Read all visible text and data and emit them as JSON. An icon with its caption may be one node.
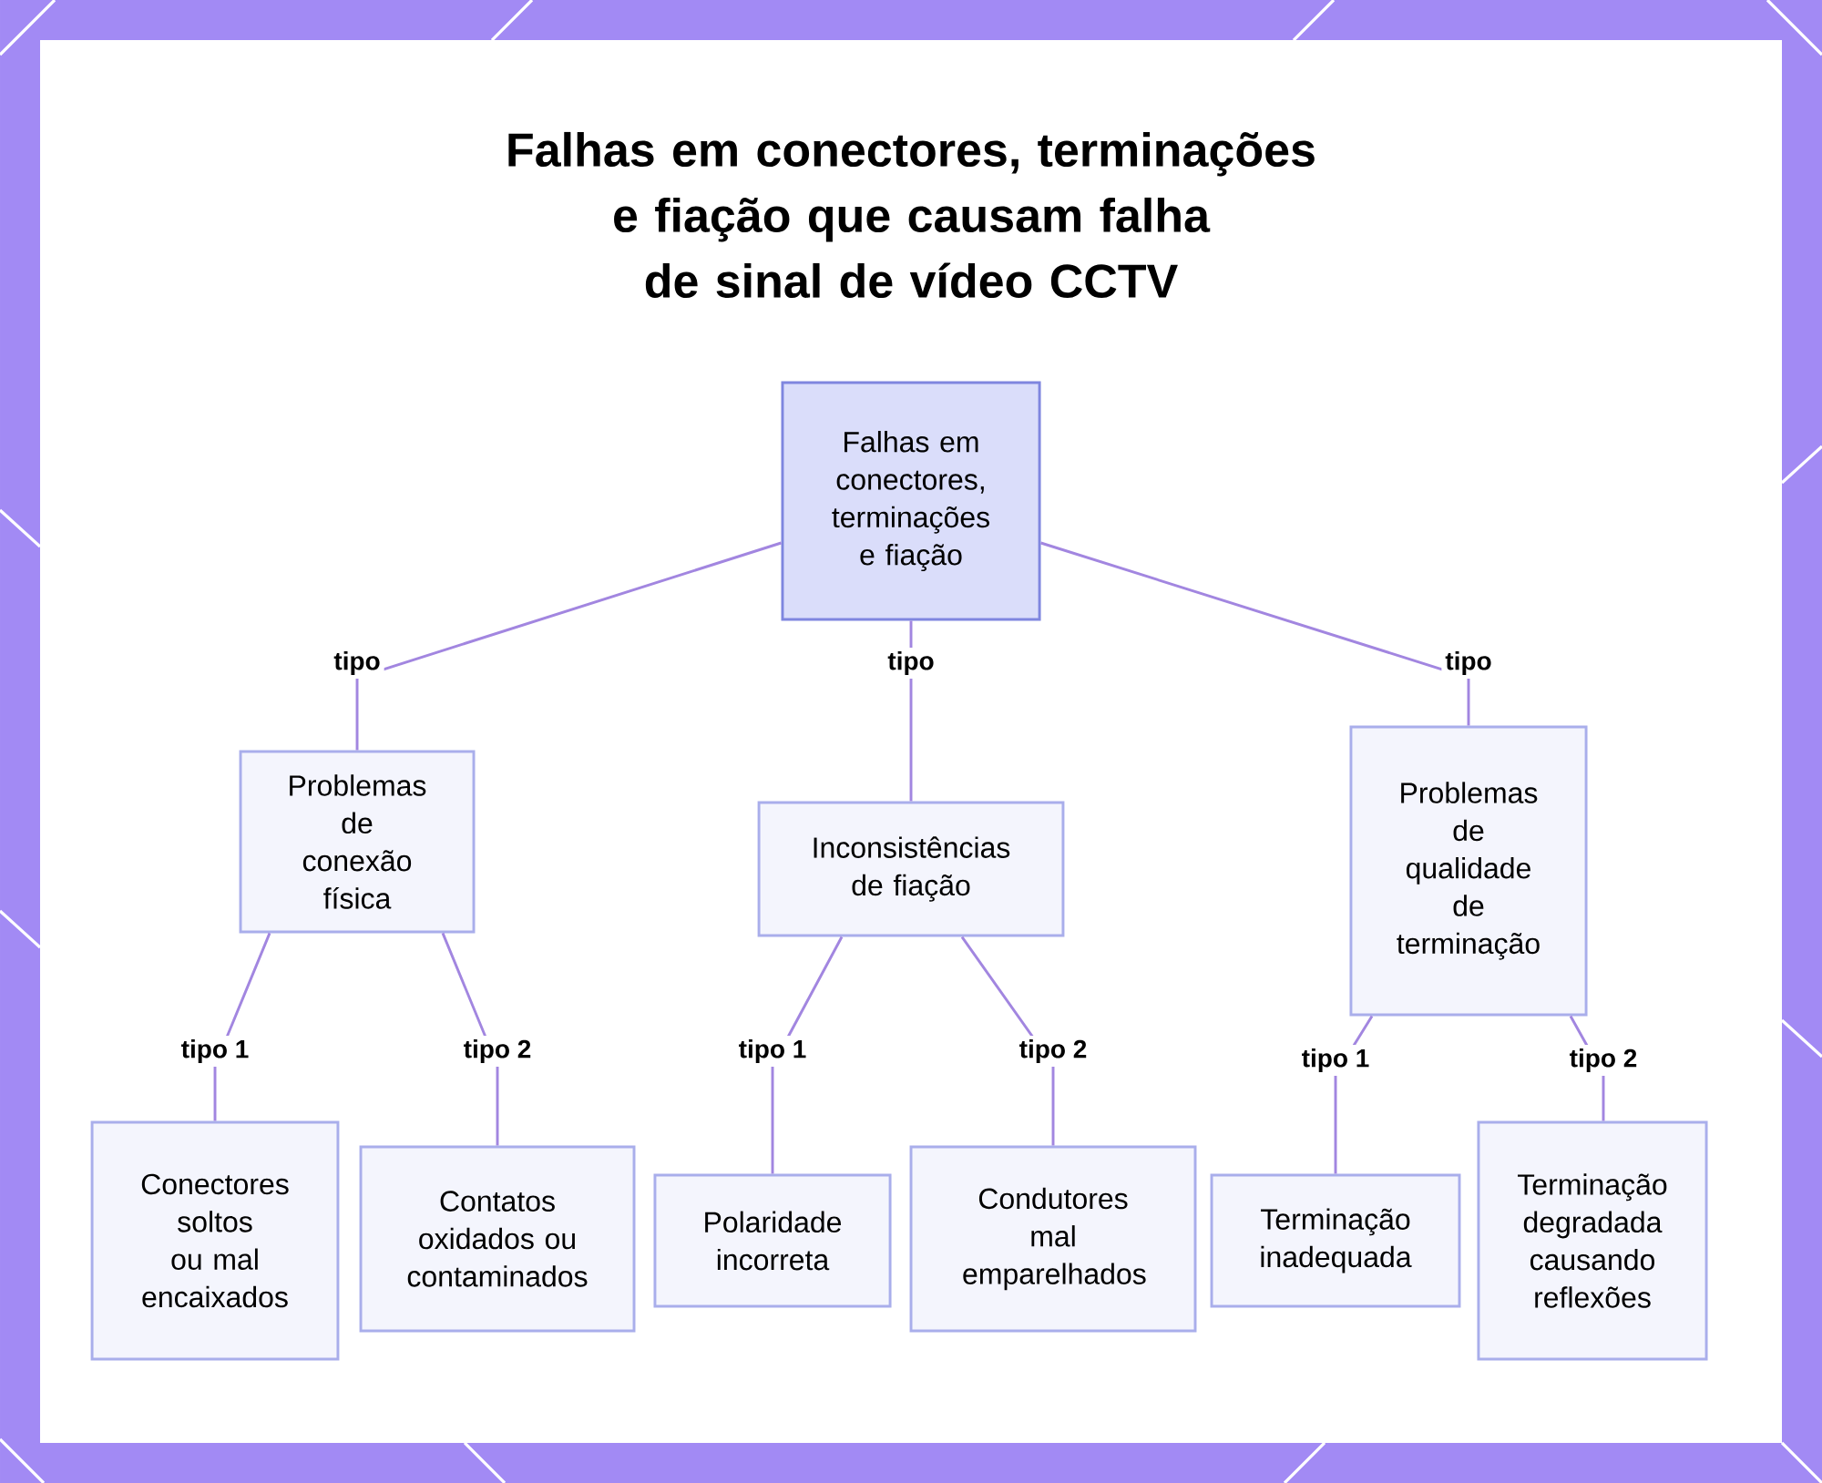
{
  "diagram": {
    "title": "Falhas em conectores, terminações e fiação que causam falha de sinal de vídeo CCTV",
    "nodes": [
      {
        "text": [
          "Falhas em conectores, terminações e fiação"
        ]
      },
      {
        "text": [
          "Problemas de conexão física"
        ]
      },
      {
        "text": [
          "Inconsistências de fiação"
        ]
      },
      {
        "text": [
          "Problemas de qualidade de terminação"
        ]
      },
      {
        "text": [
          "Conectores soltos ou mal encaixados"
        ]
      },
      {
        "text": [
          "Contatos oxidados ou contaminados"
        ]
      },
      {
        "text": [
          "Polaridade incorreta"
        ]
      },
      {
        "text": [
          "Condutores mal emparelhados"
        ]
      },
      {
        "text": [
          "Terminação inadequada"
        ]
      },
      {
        "text": [
          "Terminação degradada causando reflexões"
        ]
      }
    ],
    "edges": [
      {
        "from": 0,
        "to": 1,
        "arrow": "none",
        "label": "tipo"
      },
      {
        "from": 0,
        "to": 2,
        "arrow": "none",
        "label": "tipo"
      },
      {
        "from": 0,
        "to": 3,
        "arrow": "none",
        "label": "tipo"
      },
      {
        "from": 1,
        "to": 4,
        "arrow": "none",
        "label": "tipo 1"
      },
      {
        "from": 1,
        "to": 5,
        "arrow": "none",
        "label": "tipo 2"
      },
      {
        "from": 2,
        "to": 6,
        "arrow": "none",
        "label": "tipo 1"
      },
      {
        "from": 2,
        "to": 7,
        "arrow": "none",
        "label": "tipo 2"
      },
      {
        "from": 3,
        "to": 8,
        "arrow": "none",
        "label": "tipo 1"
      },
      {
        "from": 3,
        "to": 9,
        "arrow": "none",
        "label": "tipo 2"
      }
    ]
  }
}
